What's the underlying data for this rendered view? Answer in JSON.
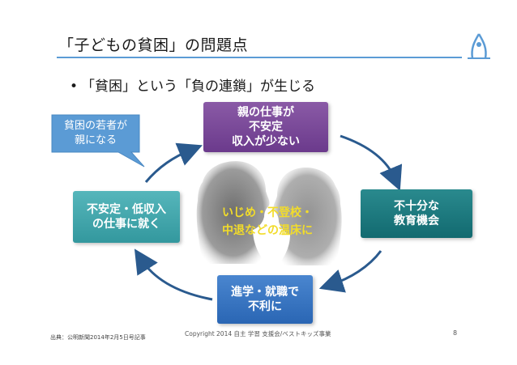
{
  "slide": {
    "title": "「子どもの貧困」の問題点",
    "bullet_symbol": "•",
    "bullet": "「貧困」という「負の連鎖」が生じる"
  },
  "cycle": {
    "top": [
      "親の仕事が",
      "不安定",
      "収入が少ない"
    ],
    "right": [
      "不十分な",
      "教育機会"
    ],
    "bottom": [
      "進学・就職で",
      "不利に"
    ],
    "left": [
      "不安定・低収入",
      "の仕事に就く"
    ]
  },
  "callout": [
    "貧困の若者が",
    "親になる"
  ],
  "center": [
    "いじめ・不登校・",
    "中退などの温床に"
  ],
  "footer": {
    "source": "出典：公明新聞2014年2月5日号記事",
    "copyright": "Copyright 2014 自主 学習 支援会/ベストキッズ事業",
    "page": "8"
  },
  "colors": {
    "accent_rule": "#5b9bd5",
    "top_box": "#7b4a98",
    "right_box": "#1b7a80",
    "bottom_box": "#3a78c4",
    "left_box": "#45a8ae",
    "callout": "#5b9bd5",
    "center_text": "#f2dc2a",
    "arrow": "#2a5a8e"
  },
  "icons": [
    "logo-icon",
    "head-silhouette-left",
    "head-silhouette-right",
    "cycle-arrow"
  ]
}
